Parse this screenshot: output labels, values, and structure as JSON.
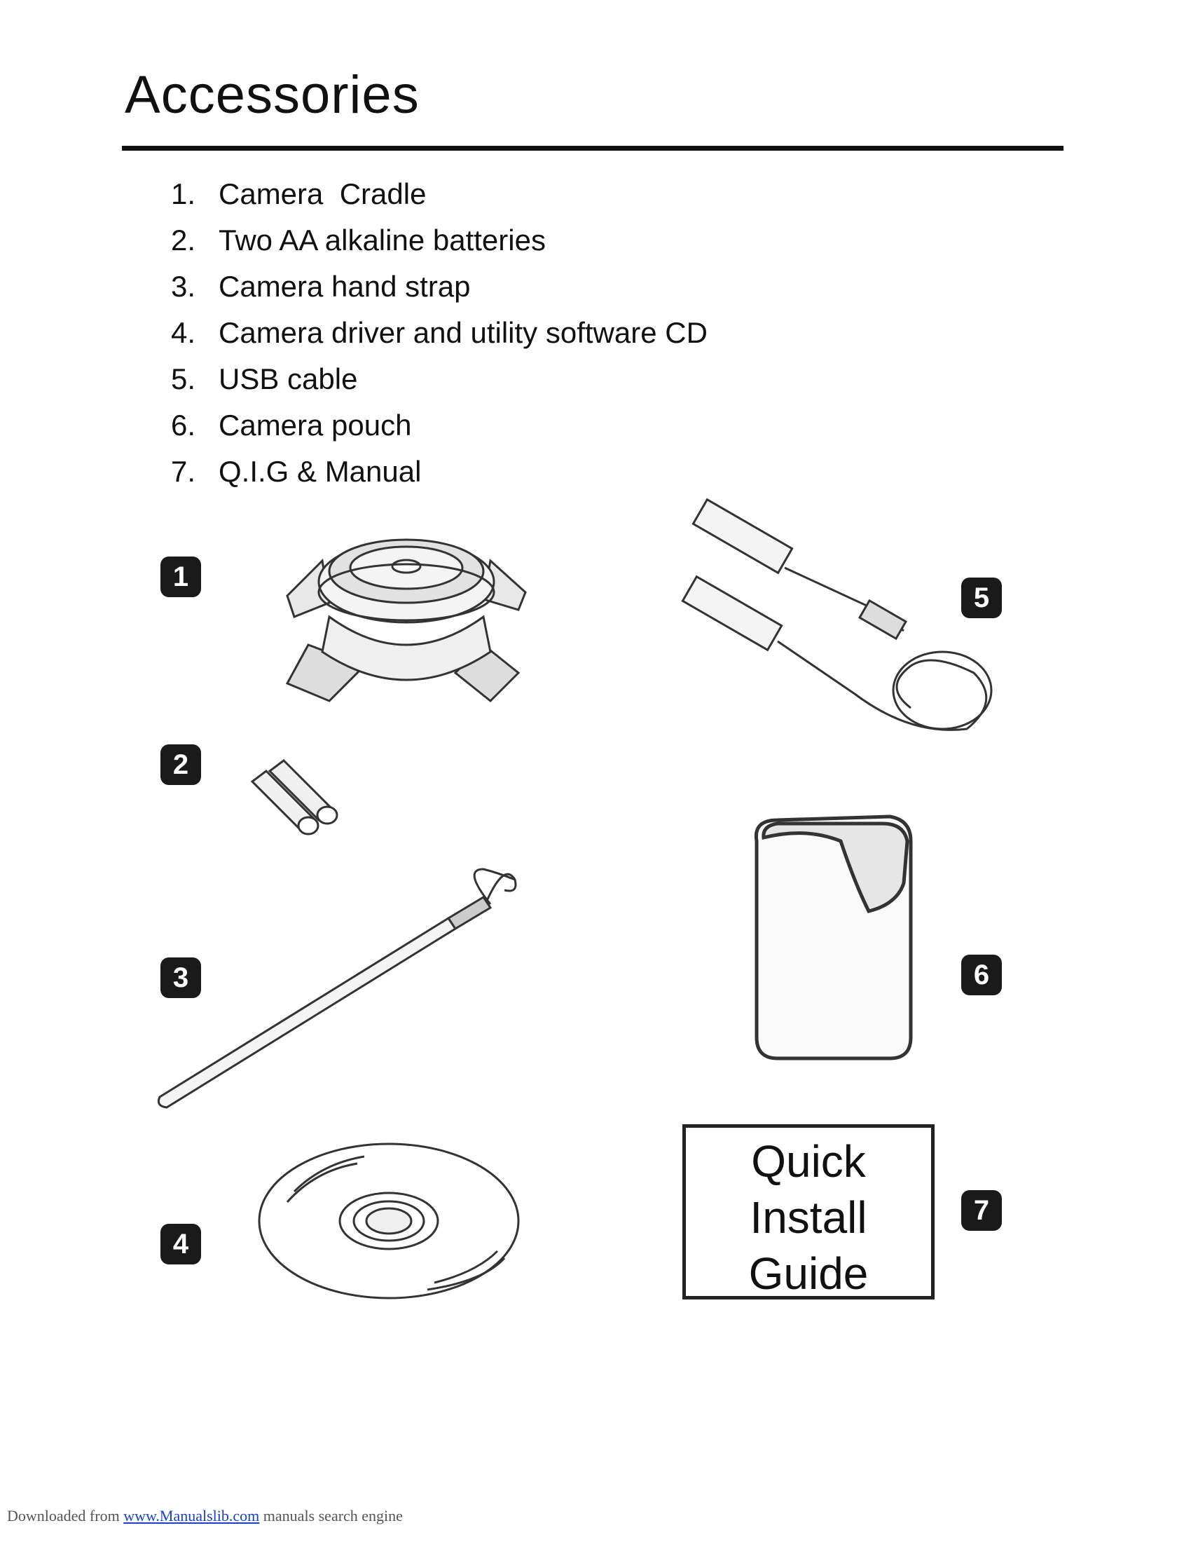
{
  "page": {
    "title": "Accessories"
  },
  "items": [
    {
      "num": "1.",
      "label": "Camera  Cradle"
    },
    {
      "num": "2.",
      "label": "Two AA alkaline batteries"
    },
    {
      "num": "3.",
      "label": "Camera hand strap"
    },
    {
      "num": "4.",
      "label": "Camera driver and utility software CD"
    },
    {
      "num": "5.",
      "label": "USB cable"
    },
    {
      "num": "6.",
      "label": "Camera pouch"
    },
    {
      "num": "7.",
      "label": "Q.I.G & Manual"
    }
  ],
  "badges": [
    "1",
    "2",
    "3",
    "4",
    "5",
    "6",
    "7"
  ],
  "guide_box": {
    "line1": "Quick",
    "line2": "Install",
    "line3": "Guide"
  },
  "footer": {
    "prefix": "Downloaded from ",
    "link": "www.Manualslib.com",
    "suffix": " manuals search engine"
  }
}
